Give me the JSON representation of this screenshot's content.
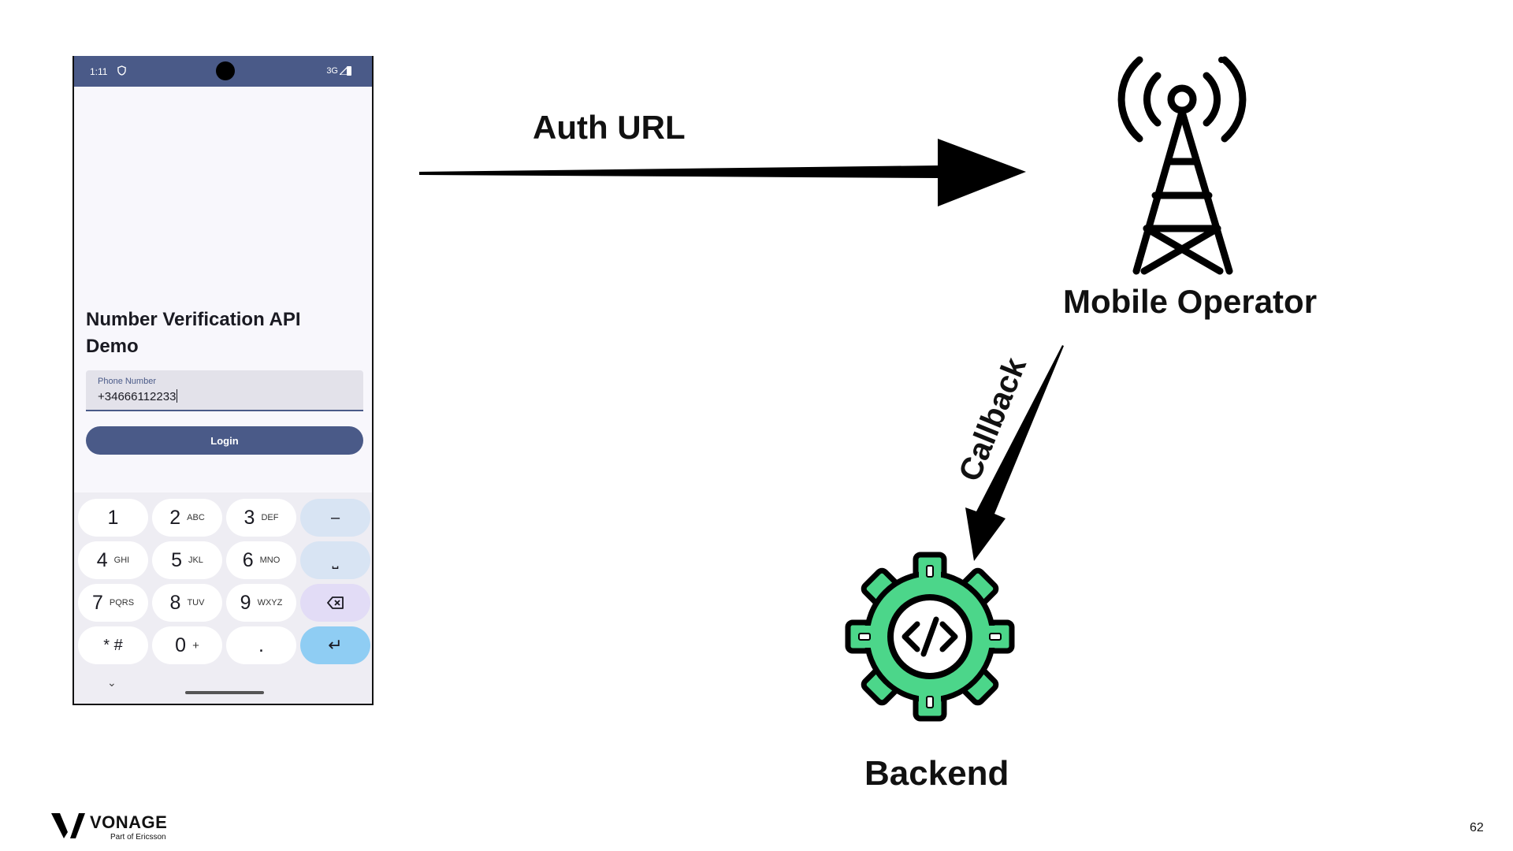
{
  "phone": {
    "status_time": "1:11",
    "status_network": "3G",
    "app_title": "Number Verification API Demo",
    "phone_field": {
      "label": "Phone Number",
      "value": "+34666112233"
    },
    "login_label": "Login",
    "keypad": {
      "keys": [
        {
          "digit": "1",
          "sub": ""
        },
        {
          "digit": "2",
          "sub": "ABC"
        },
        {
          "digit": "3",
          "sub": "DEF"
        },
        {
          "digit": "4",
          "sub": "GHI"
        },
        {
          "digit": "5",
          "sub": "JKL"
        },
        {
          "digit": "6",
          "sub": "MNO"
        },
        {
          "digit": "7",
          "sub": "PQRS"
        },
        {
          "digit": "8",
          "sub": "TUV"
        },
        {
          "digit": "9",
          "sub": "WXYZ"
        },
        {
          "digit": "* #",
          "sub": ""
        },
        {
          "digit": "0",
          "sub": "+"
        },
        {
          "digit": ".",
          "sub": ""
        }
      ],
      "function_keys": {
        "dash": "–",
        "space": "⎵",
        "enter": "↵"
      }
    }
  },
  "diagram": {
    "auth_url": "Auth URL",
    "mobile_operator": "Mobile Operator",
    "callback": "Callback",
    "backend": "Backend",
    "icons": {
      "operator": "cell-tower-icon",
      "backend": "code-gear-icon"
    },
    "colors": {
      "gear_fill": "#4cd68a",
      "phone_header": "#4a5a88"
    }
  },
  "brand": {
    "wordmark": "VONAGE",
    "subtitle": "Part of Ericsson"
  },
  "page_number": "62"
}
